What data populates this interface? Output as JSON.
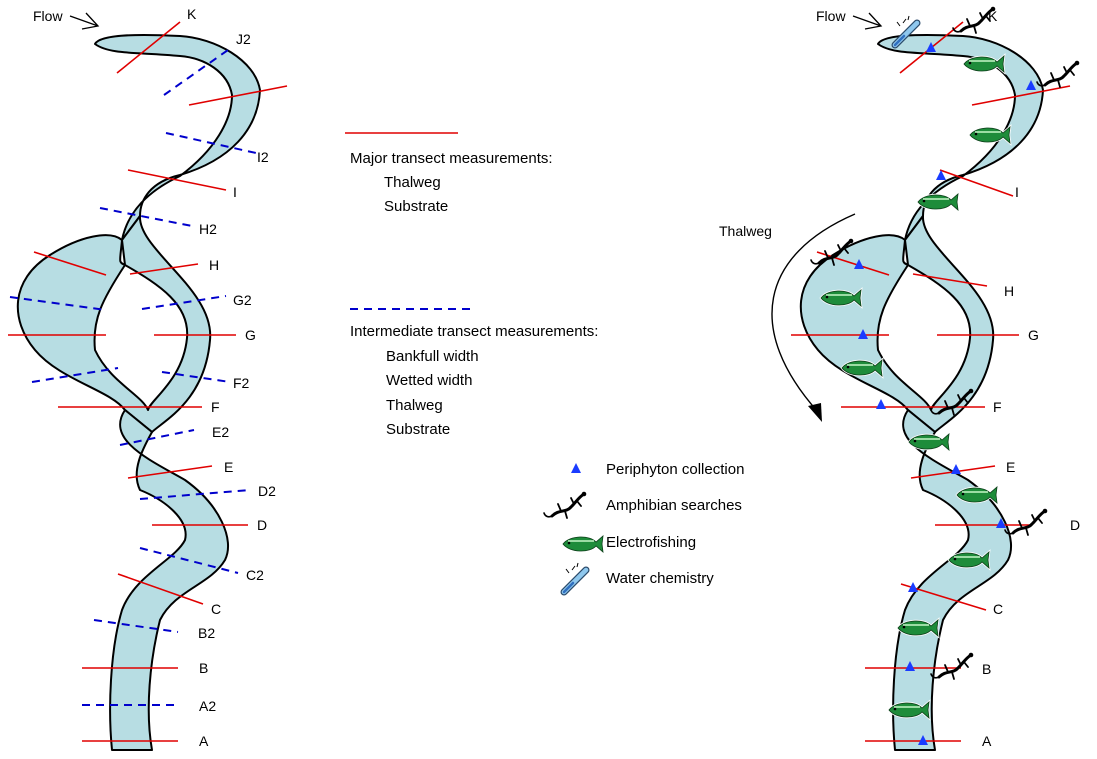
{
  "flow_label": "Flow",
  "thalweg_label": "Thalweg",
  "legend": {
    "major_title": "Major transect measurements:",
    "major_items": [
      "Thalweg",
      "Substrate"
    ],
    "intermediate_title": "Intermediate transect measurements:",
    "intermediate_items": [
      "Bankfull width",
      "Wetted width",
      "Thalweg",
      "Substrate"
    ]
  },
  "symbol_legend": [
    "Periphyton collection",
    "Amphibian searches",
    "Electrofishing",
    "Water chemistry"
  ],
  "left_labels": {
    "K": "K",
    "J2": "J2",
    "I2": "I2",
    "I": "I",
    "H2": "H2",
    "H": "H",
    "G2": "G2",
    "G": "G",
    "F2": "F2",
    "F": "F",
    "E2": "E2",
    "E": "E",
    "D2": "D2",
    "D": "D",
    "C2": "C2",
    "C": "C",
    "B2": "B2",
    "B": "B",
    "A2": "A2",
    "A": "A"
  },
  "right_labels": {
    "K": "K",
    "I": "I",
    "H": "H",
    "G": "G",
    "F": "F",
    "E": "E",
    "D": "D",
    "C": "C",
    "B": "B",
    "A": "A"
  },
  "colors": {
    "water": "#b7dde3",
    "major_transect": "#e00000",
    "intermediate_transect": "#0000cc",
    "periphyton": "#1a3cff",
    "fish": "#1e8c3a"
  }
}
